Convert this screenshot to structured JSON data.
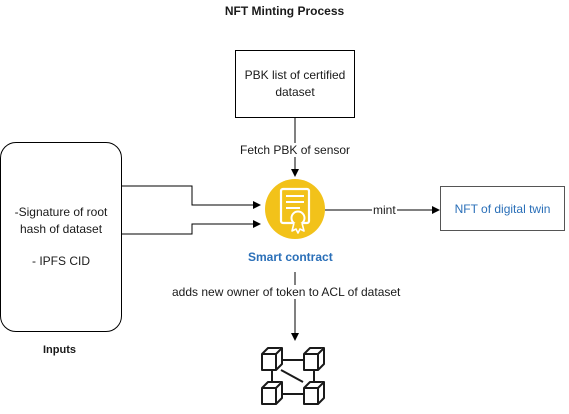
{
  "title": "NFT Minting Process",
  "pbk_box": {
    "line1": "PBK list of certified",
    "line2": "dataset"
  },
  "inputs_box": {
    "line1": "-Signature of root",
    "line2": "hash of dataset",
    "line3": "- IPFS CID"
  },
  "inputs_label": "Inputs",
  "edge_fetch": "Fetch PBK of sensor",
  "smart_contract_label": "Smart contract",
  "edge_mint": "mint",
  "nft_box": "NFT of digital twin",
  "edge_adds": "adds new owner of token to ACL of dataset",
  "icons": {
    "smart_contract": "certificate-icon",
    "blockchain": "blockchain-icon"
  },
  "colors": {
    "accent": "#2a6fb8",
    "contract_circle": "#f2c21a"
  }
}
